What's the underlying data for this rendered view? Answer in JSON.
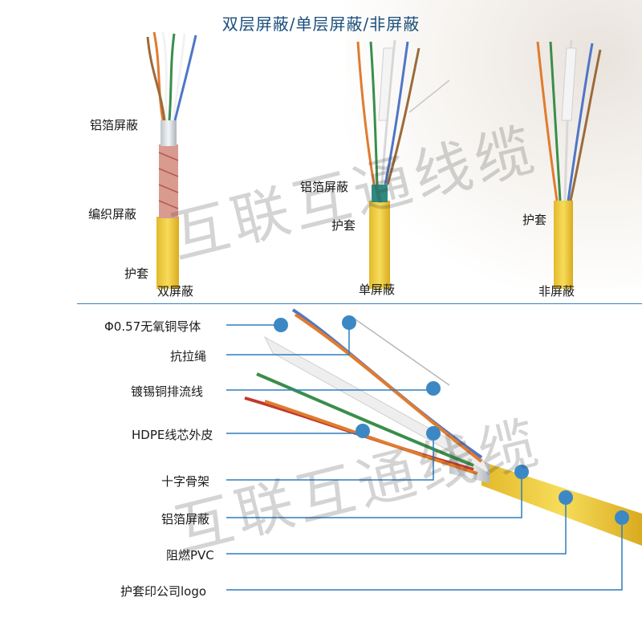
{
  "title": "双层屏蔽/单层屏蔽/非屏蔽",
  "top_labels": {
    "double_foil": "铝箔屏蔽",
    "double_braid": "编织屏蔽",
    "double_jacket": "护套",
    "double_caption": "双屏蔽",
    "single_foil": "铝箔屏蔽",
    "single_jacket": "护套",
    "single_caption": "单屏蔽",
    "none_jacket": "护套",
    "none_caption": "非屏蔽"
  },
  "structure_labels": [
    "Φ0.57无氧铜导体",
    "抗拉绳",
    "镀锡铜排流线",
    "HDPE线芯外皮",
    "十字骨架",
    "铝箔屏蔽",
    "阻燃PVC",
    "护套印公司logo"
  ],
  "watermark": {
    "text_top": "互联互通线缆",
    "text_bottom": "互联互通线缆"
  },
  "colors": {
    "accent_blue": "#3b88c4",
    "jacket_yellow": "#f2cf3c",
    "line_blue": "#2f7dbd"
  }
}
